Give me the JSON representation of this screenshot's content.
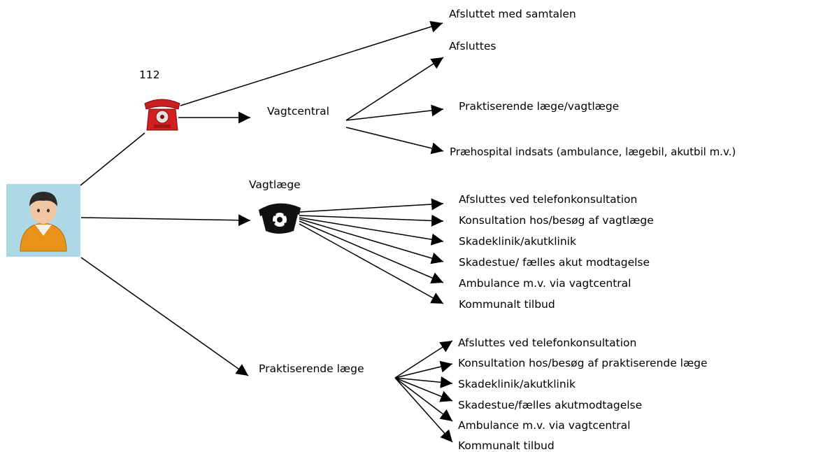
{
  "nodes": {
    "emergency_number": "112",
    "dispatch_center": "Vagtcentral",
    "on_call_doctor": "Vagtlæge",
    "gp": "Praktiserende læge"
  },
  "dispatch_outcomes": [
    "Afsluttet med samtalen",
    "Afsluttes",
    "Praktiserende læge/vagtlæge",
    "Præhospital indsats (ambulance, lægebil, akutbil m.v.)"
  ],
  "on_call_outcomes": [
    "Afsluttes ved telefonkonsultation",
    "Konsultation hos/besøg af vagtlæge",
    "Skadeklinik/akutklinik",
    "Skadestue/ fælles akut modtagelse",
    "Ambulance m.v. via vagtcentral",
    "Kommunalt tilbud"
  ],
  "gp_outcomes": [
    "Afsluttes ved telefonkonsultation",
    "Konsultation hos/besøg af praktiserende læge",
    "Skadeklinik/akutklinik",
    "Skadestue/fælles akutmodtagelse",
    "Ambulance m.v. via vagtcentral",
    "Kommunalt tilbud"
  ],
  "colors": {
    "avatar_background": "#add8e6",
    "red_phone": "#d22020",
    "black_phone": "#111111",
    "person_shirt": "#e8931a"
  },
  "icons": {
    "patient": "person-icon",
    "red_phone": "red-telephone-icon",
    "black_phone": "black-rotary-telephone-icon"
  }
}
